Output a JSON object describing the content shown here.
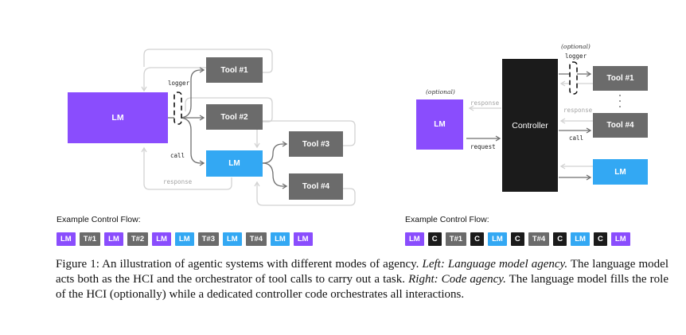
{
  "left_panel": {
    "lm_label": "LM",
    "tools": [
      "Tool #1",
      "Tool #2",
      "Tool #3",
      "Tool #4"
    ],
    "inner_lm_label": "LM",
    "logger_label": "logger",
    "call_label": "call",
    "response_label": "response",
    "flow_title": "Example Control Flow:",
    "flow": [
      {
        "text": "LM",
        "kind": "lm-purple"
      },
      {
        "text": "T#1",
        "kind": "tool"
      },
      {
        "text": "LM",
        "kind": "lm-purple"
      },
      {
        "text": "T#2",
        "kind": "tool"
      },
      {
        "text": "LM",
        "kind": "lm-purple"
      },
      {
        "text": "LM",
        "kind": "lm-blue"
      },
      {
        "text": "T#3",
        "kind": "tool"
      },
      {
        "text": "LM",
        "kind": "lm-blue"
      },
      {
        "text": "T#4",
        "kind": "tool"
      },
      {
        "text": "LM",
        "kind": "lm-blue"
      },
      {
        "text": "LM",
        "kind": "lm-purple"
      }
    ]
  },
  "right_panel": {
    "lm_label": "LM",
    "lm_optional_label": "(optional)",
    "controller_label": "Controller",
    "logger_optional_label": "(optional)",
    "logger_label": "logger",
    "tools": [
      "Tool #1",
      "Tool #4"
    ],
    "blue_lm_label": "LM",
    "response_label": "response",
    "request_label": "request",
    "response_right_label": "response",
    "call_label": "call",
    "flow_title": "Example Control Flow:",
    "flow": [
      {
        "text": "LM",
        "kind": "lm-purple"
      },
      {
        "text": "C",
        "kind": "ctrl"
      },
      {
        "text": "T#1",
        "kind": "tool"
      },
      {
        "text": "C",
        "kind": "ctrl"
      },
      {
        "text": "LM",
        "kind": "lm-blue"
      },
      {
        "text": "C",
        "kind": "ctrl"
      },
      {
        "text": "T#4",
        "kind": "tool"
      },
      {
        "text": "C",
        "kind": "ctrl"
      },
      {
        "text": "LM",
        "kind": "lm-blue"
      },
      {
        "text": "C",
        "kind": "ctrl"
      },
      {
        "text": "LM",
        "kind": "lm-purple"
      }
    ]
  },
  "caption": {
    "prefix": "Figure 1: An illustration of agentic systems with different modes of agency. ",
    "left_title": "Left: Language model agency.",
    "left_text": " The language model acts both as the HCI and the orchestrator of tool calls to carry out a task. ",
    "right_title": "Right: Code agency.",
    "right_text": " The language model fills the role of the HCI (optionally) while a dedicated controller code orchestrates all interactions."
  },
  "colors": {
    "lm_purple": "#8a4dfd",
    "lm_blue": "#33a8f3",
    "tool_gray": "#6b6b6b",
    "controller_black": "#1b1b1b",
    "arrow_dark": "#6f6f6f",
    "arrow_light": "#d2d2d2"
  }
}
